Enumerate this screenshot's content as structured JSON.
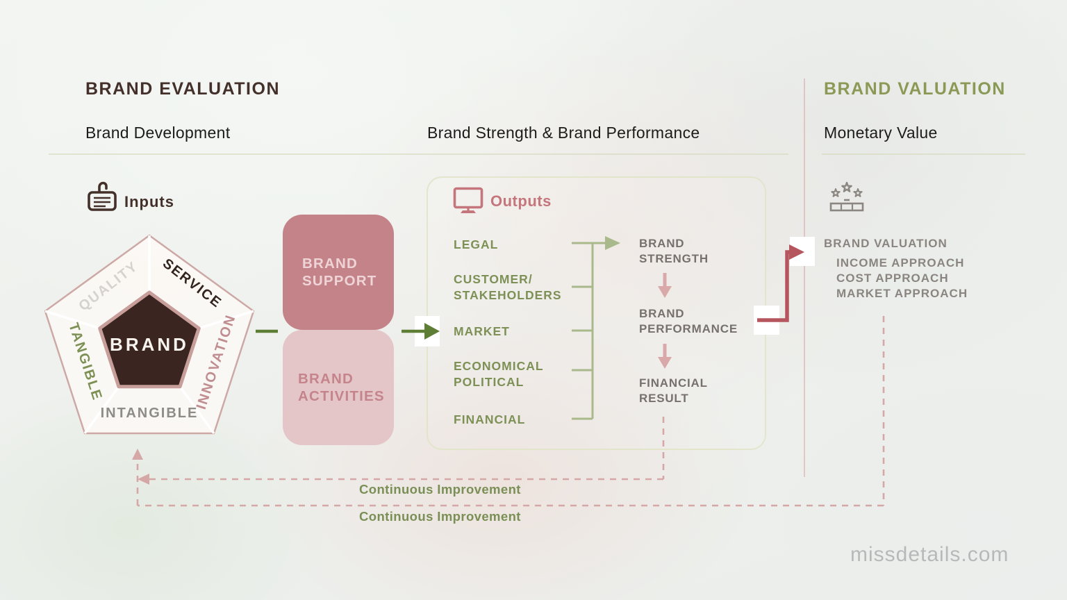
{
  "header": {
    "left_title": "BRAND EVALUATION",
    "left_subtitle": "Brand Development",
    "middle_subtitle": "Brand Strength & Brand Performance",
    "right_title": "BRAND VALUATION",
    "right_subtitle": "Monetary Value"
  },
  "inputs": {
    "label": "Inputs",
    "icon": "tag-icon"
  },
  "pentagon": {
    "center_label": "BRAND",
    "segments": [
      {
        "label": "QUALITY",
        "color": "#d6d2cd"
      },
      {
        "label": "SERVICE",
        "color": "#32231d"
      },
      {
        "label": "TANGIBLE",
        "color": "#7d9055"
      },
      {
        "label": "INNOVATION",
        "color": "#c08e91"
      },
      {
        "label": "INTANGIBLE",
        "color": "#8f8c87"
      }
    ]
  },
  "process": {
    "support_lines": [
      "BRAND",
      "SUPPORT"
    ],
    "activities_lines": [
      "BRAND",
      "ACTIVITIES"
    ]
  },
  "outputs": {
    "title": "Outputs",
    "icon": "monitor-icon",
    "items": [
      {
        "lines": [
          "LEGAL"
        ]
      },
      {
        "lines": [
          "CUSTOMER/",
          "STAKEHOLDERS"
        ]
      },
      {
        "lines": [
          "MARKET"
        ]
      },
      {
        "lines": [
          "ECONOMICAL",
          "POLITICAL"
        ]
      },
      {
        "lines": [
          "FINANCIAL"
        ]
      }
    ]
  },
  "results": [
    {
      "lines": [
        "BRAND",
        "STRENGTH"
      ]
    },
    {
      "lines": [
        "BRAND",
        "PERFORMANCE"
      ]
    },
    {
      "lines": [
        "FINANCIAL",
        "RESULT"
      ]
    }
  ],
  "valuation": {
    "icon": "stars-rating-icon",
    "title": "BRAND VALUATION",
    "approaches": [
      "INCOME APPROACH",
      "COST APPROACH",
      "MARKET APPROACH"
    ]
  },
  "feedback": {
    "labels": [
      "Continuous Improvement",
      "Continuous Improvement"
    ]
  },
  "footer": {
    "watermark": "missdetails.com"
  },
  "colors": {
    "title_brown": "#44302a",
    "title_olive": "#8a9a56",
    "outputs_rose": "#c4767c",
    "item_green": "#7d9055",
    "result_gray": "#76716c",
    "arrow_green": "#5e7d35",
    "bracket_green": "#a9b98b",
    "arrow_red": "#b5565e",
    "arrow_pink": "#d9a8a8",
    "dashed_pink": "#d5a7a7",
    "support_box_fill": "#c2797f",
    "activities_box_fill": "#e4cccf",
    "pentagon_inner_fill": "#3a2520",
    "pentagon_border": "#cda9a6"
  }
}
